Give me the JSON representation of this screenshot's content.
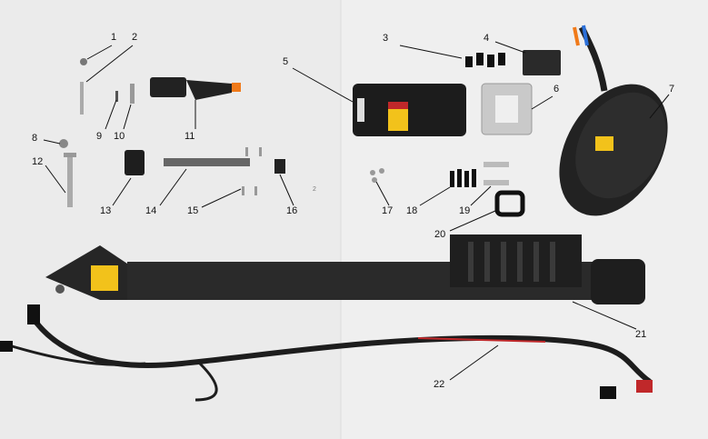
{
  "diagram": {
    "labels": [
      "1",
      "2",
      "3",
      "4",
      "5",
      "6",
      "7",
      "8",
      "9",
      "10",
      "11",
      "12",
      "13",
      "14",
      "15",
      "16",
      "17",
      "18",
      "19",
      "20",
      "21",
      "22"
    ],
    "stray_mark": "2"
  },
  "colors": {
    "background": "#ebebeb",
    "carbon": "#2a2a2a",
    "warning_label": "#f2c21b",
    "orange_tab": "#f07a1a",
    "aluminium": "#c9c9c9",
    "cable_red": "#c0282a"
  }
}
